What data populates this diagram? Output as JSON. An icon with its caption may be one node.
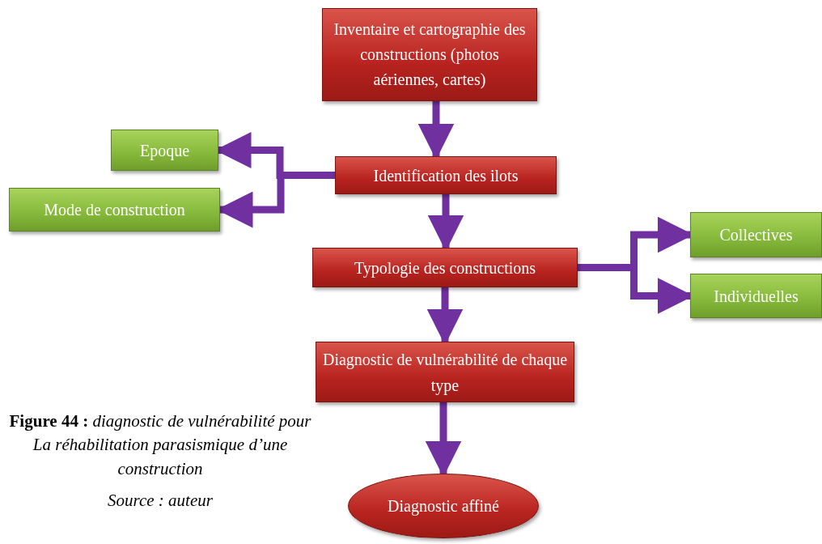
{
  "diagram": {
    "caption": "**Figure 44 :** *diagnostic de vulnérabilité pour La réhabilitation parasismique d’une construction*",
    "nodes": [
      {
        "text": [
          "Inventaire et cartographie des constructions (photos aériennes, cartes)"
        ]
      },
      {
        "text": [
          "Identification des ilots"
        ]
      },
      {
        "text": [
          "Epoque"
        ]
      },
      {
        "text": [
          "Mode de construction"
        ]
      },
      {
        "text": [
          "Typologie des constructions"
        ]
      },
      {
        "text": [
          "Collectives"
        ]
      },
      {
        "text": [
          "Individuelles"
        ]
      },
      {
        "text": [
          "Diagnostic de vulnérabilité de chaque type"
        ]
      },
      {
        "text": [
          "Diagnostic affiné"
        ]
      }
    ],
    "edges": [
      {
        "from": 0,
        "to": 1,
        "arrow": "to"
      },
      {
        "from": 1,
        "to": 2,
        "arrow": "to"
      },
      {
        "from": 1,
        "to": 3,
        "arrow": "to"
      },
      {
        "from": 1,
        "to": 4,
        "arrow": "to"
      },
      {
        "from": 4,
        "to": 5,
        "arrow": "to"
      },
      {
        "from": 4,
        "to": 6,
        "arrow": "to"
      },
      {
        "from": 4,
        "to": 7,
        "arrow": "to"
      },
      {
        "from": 7,
        "to": 8,
        "arrow": "to"
      }
    ],
    "labels": [
      "Source : auteur"
    ]
  }
}
